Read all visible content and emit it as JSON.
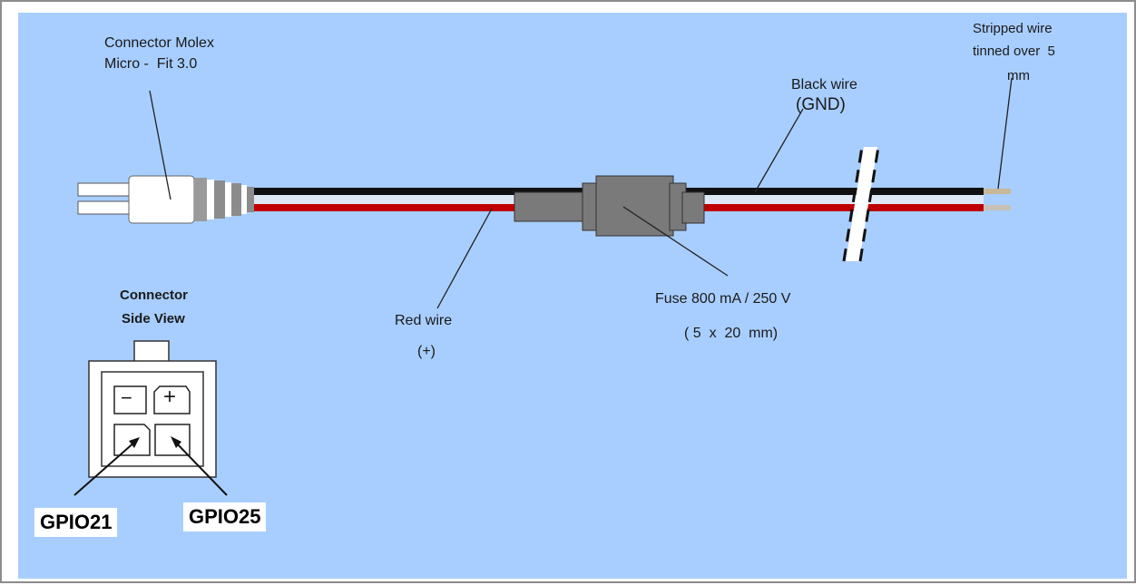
{
  "labels": {
    "connector_line1": "Connector Molex",
    "connector_line2": "Micro -  Fit 3.0",
    "stripped_line1": "Stripped wire",
    "stripped_line2": "tinned over  5",
    "stripped_line3": "mm",
    "black_line1": "Black wire",
    "black_line2": "(GND)",
    "red_line1": "Red wire",
    "red_line2": "(+)",
    "fuse_line1": "Fuse 800 mA / 250 V",
    "fuse_line2": "( 5  x  20  mm)",
    "side_view_line1": "Connector",
    "side_view_line2": "Side View",
    "pin_minus": "−",
    "pin_plus": "+",
    "gpio_left": "GPIO21",
    "gpio_right": "GPIO25"
  },
  "colors": {
    "background": "#a8ceff",
    "black_wire": "#111111",
    "red_wire": "#c00000",
    "fuse_body": "#7a7a7a",
    "connector": "#ffffff"
  }
}
